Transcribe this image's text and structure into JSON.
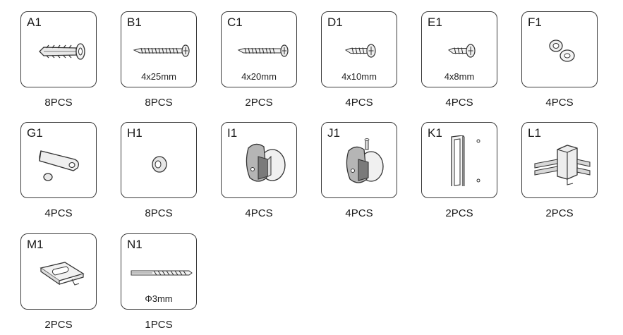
{
  "parts": [
    {
      "code": "A1",
      "size": "",
      "qty": "8PCS",
      "icon": "wall-anchor-icon"
    },
    {
      "code": "B1",
      "size": "4x25mm",
      "qty": "8PCS",
      "icon": "long-screw-icon"
    },
    {
      "code": "C1",
      "size": "4x20mm",
      "qty": "2PCS",
      "icon": "medium-screw-icon"
    },
    {
      "code": "D1",
      "size": "4x10mm",
      "qty": "4PCS",
      "icon": "short-screw-icon"
    },
    {
      "code": "E1",
      "size": "4x8mm",
      "qty": "4PCS",
      "icon": "small-screw-icon"
    },
    {
      "code": "F1",
      "size": "",
      "qty": "4PCS",
      "icon": "washer-pair-icon"
    },
    {
      "code": "G1",
      "size": "",
      "qty": "4PCS",
      "icon": "bracket-with-cap-icon"
    },
    {
      "code": "H1",
      "size": "",
      "qty": "8PCS",
      "icon": "spacer-ring-icon"
    },
    {
      "code": "I1",
      "size": "",
      "qty": "4PCS",
      "icon": "cam-connector-icon"
    },
    {
      "code": "J1",
      "size": "",
      "qty": "4PCS",
      "icon": "cam-connector-pin-icon"
    },
    {
      "code": "K1",
      "size": "",
      "qty": "2PCS",
      "icon": "handle-plate-icon"
    },
    {
      "code": "L1",
      "size": "",
      "qty": "2PCS",
      "icon": "corner-connector-icon"
    },
    {
      "code": "M1",
      "size": "",
      "qty": "2PCS",
      "icon": "slot-clip-icon"
    },
    {
      "code": "N1",
      "size": "Φ3mm",
      "qty": "1PCS",
      "icon": "drill-bit-icon"
    }
  ]
}
